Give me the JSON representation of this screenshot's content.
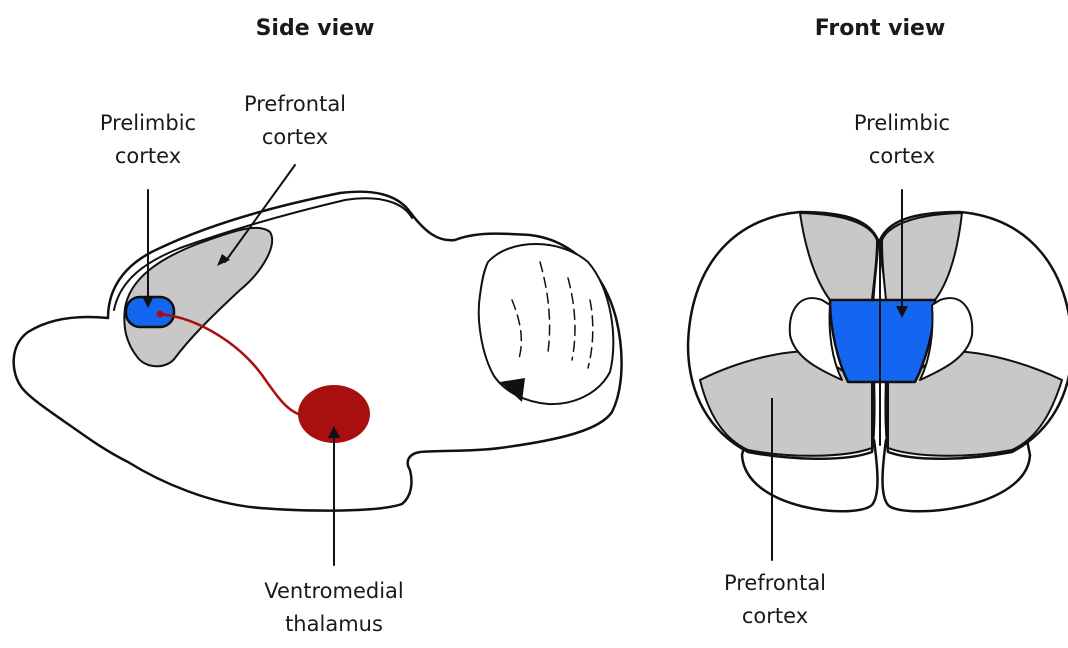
{
  "side_view": {
    "heading": "Side view",
    "prelimbic_label": [
      "Prelimbic",
      "cortex"
    ],
    "prefrontal_label": [
      "Prefrontal",
      "cortex"
    ],
    "thalamus_label": [
      "Ventromedial",
      "thalamus"
    ]
  },
  "front_view": {
    "heading": "Front view",
    "prelimbic_label": [
      "Prelimbic",
      "cortex"
    ],
    "prefrontal_label": [
      "Prefrontal",
      "cortex"
    ]
  },
  "colors": {
    "prefrontal_fill": "#c8c8c8",
    "prelimbic_fill": "#1466f0",
    "thalamus_fill": "#a80f0f",
    "outline": "#111111"
  }
}
